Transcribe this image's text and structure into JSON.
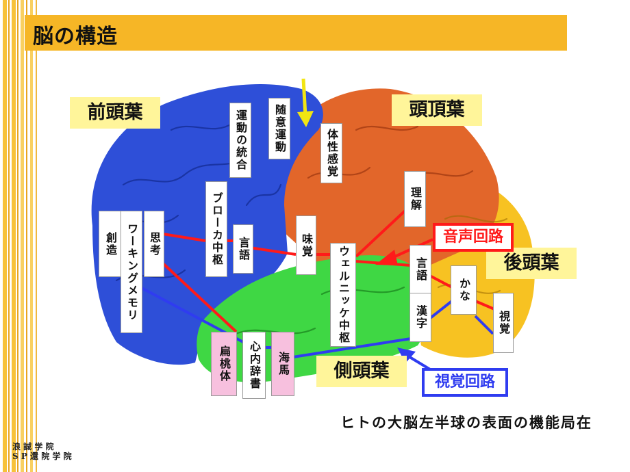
{
  "title": "脳の構造",
  "lobes": {
    "frontal": "前頭葉",
    "parietal": "頭頂葉",
    "occipital": "後頭葉",
    "temporal": "側頭葉"
  },
  "labels": {
    "voluntary_motion": "随意運動",
    "motor_integration": "運動の統合",
    "somatic_sense": "体性感覚",
    "broca": "ブローカ中枢",
    "language_left": "言語",
    "taste": "味覚",
    "wernicke": "ウェルニッケ中枢",
    "understanding": "理解",
    "language_right": "言語",
    "kanji": "漢字",
    "kana": "かな",
    "vision": "視覚",
    "creativity": "創造",
    "working_memory": "ワーキングメモリ",
    "thinking": "思考",
    "amygdala": "扁桃体",
    "mental_lexicon": "心内辞書",
    "hippocampus": "海馬"
  },
  "routes": {
    "audio": "音声回路",
    "visual": "視覚回路"
  },
  "colors": {
    "frontal": "#2e4fd8",
    "parietal": "#e2662a",
    "occipital": "#f7c222",
    "temporal": "#3fd744",
    "audio": "#ff1a1a",
    "visual": "#2f3cf0",
    "title_bar": "#f6b626",
    "label_bg": "#fff59a"
  },
  "caption": "ヒトの大脳左半球の表面の機能局在",
  "logo": {
    "line1": "浪 誠 学 院",
    "line2": "S P 還 院 学 院"
  }
}
